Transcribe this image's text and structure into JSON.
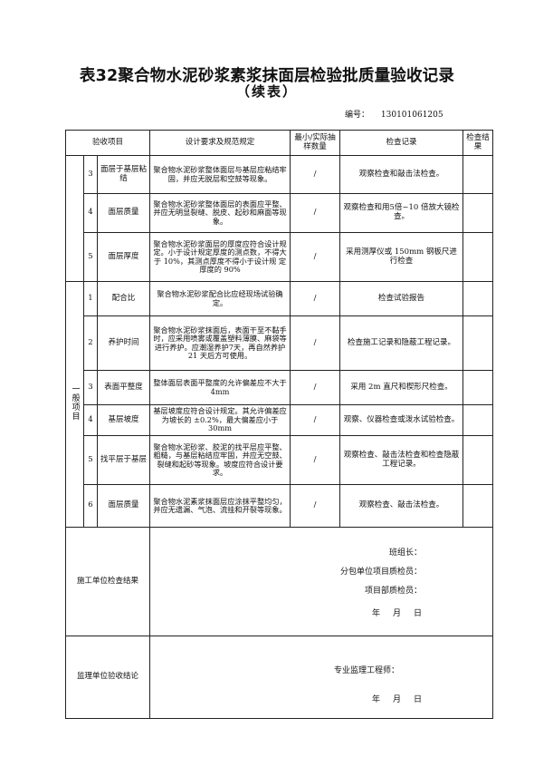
{
  "title": "表32聚合物水泥砂浆素浆抹面层检验批质量验收记录",
  "subtitle": "（续表）",
  "code": {
    "label": "编号：",
    "value": "130101061205"
  },
  "headers": {
    "item": "验收项目",
    "req": "设计要求及规范规定",
    "min": "最小/实际抽样数量",
    "rec": "检查记录",
    "res": "检查结果"
  },
  "main_rows": [
    {
      "no": "3",
      "name": "面层于基层粘结",
      "req": "聚合物水泥砂浆整体面层与基层应粘结牢固，并应无脱层和空鼓等现象。",
      "min": "/",
      "rec": "观察检查和敲击法检查。"
    },
    {
      "no": "4",
      "name": "面层质量",
      "req": "聚合物水泥砂浆整体面层的表面应平整、并应无明显裂缝、脱皮、起砂和麻面等现象。",
      "min": "/",
      "rec": "观察检查和用5倍~10 倍放大镜检查。"
    },
    {
      "no": "5",
      "name": "面层厚度",
      "req": "聚合物水泥砂浆面层的厚度应符合设计规定。小于设计规定厚度的测点数，不得大于 10%，其测点厚度不得小于设计规 定厚度的 90%",
      "min": "/",
      "rec": "采用测厚仪或 150mm 钢板尺进行检查"
    }
  ],
  "general": {
    "label": "一般项目",
    "rows": [
      {
        "no": "1",
        "name": "配合比",
        "req": "聚合物水泥砂浆配合比应经现场试验确定。",
        "min": "/",
        "rec": "检查试验报告"
      },
      {
        "no": "2",
        "name": "养护时间",
        "req": "聚合物水泥砂浆抹面后，表面干至不黏手时，应采用喷雾或覆盖塑料薄膜、麻袋等进行养护。应潮湿养护7天，再自然养护 21 天后方可使用。",
        "min": "/",
        "rec": "检查施工记录和隐蔽工程记录。"
      },
      {
        "no": "3",
        "name": "表面平整度",
        "req": "整体面层表面平整度的允许偏差应不大于 4mm",
        "min": "/",
        "rec": "采用 2m 直尺和楔形尺检查。"
      },
      {
        "no": "4",
        "name": "基层坡度",
        "req": "基层坡度应符合设计规定。其允许偏差应为坡长的 ±0.2%，最大偏差应小于 30mm",
        "min": "/",
        "rec": "观察、仪器检查或泼水试验检查。"
      },
      {
        "no": "5",
        "name": "找平层于基层",
        "req": "聚合物水泥砂浆、胶泥的找平层应平整、粗糙，与基层粘结应牢固，并应无空鼓、裂缝和起砂等现象。坡度应符合设计要求。",
        "min": "/",
        "rec": "观察检查、敲击法检查和检查隐蔽工程记录。"
      },
      {
        "no": "6",
        "name": "面层质量",
        "req": "聚合物水泥素浆抹面层应涂抹平整均匀，并应无遗漏、气泡、流挂和开裂等现象。",
        "min": "/",
        "rec": "观察检查、敲击法检查。"
      }
    ]
  },
  "construction": {
    "label": "施工单位检查结果",
    "lines": [
      "班组长：",
      "分包单位项目质检员：",
      "项目部质检员："
    ],
    "date": [
      "年",
      "月",
      "日"
    ]
  },
  "supervision": {
    "label": "监理单位验收结论",
    "lines": [
      "专业监理工程师："
    ],
    "date": [
      "年",
      "月",
      "日"
    ]
  }
}
